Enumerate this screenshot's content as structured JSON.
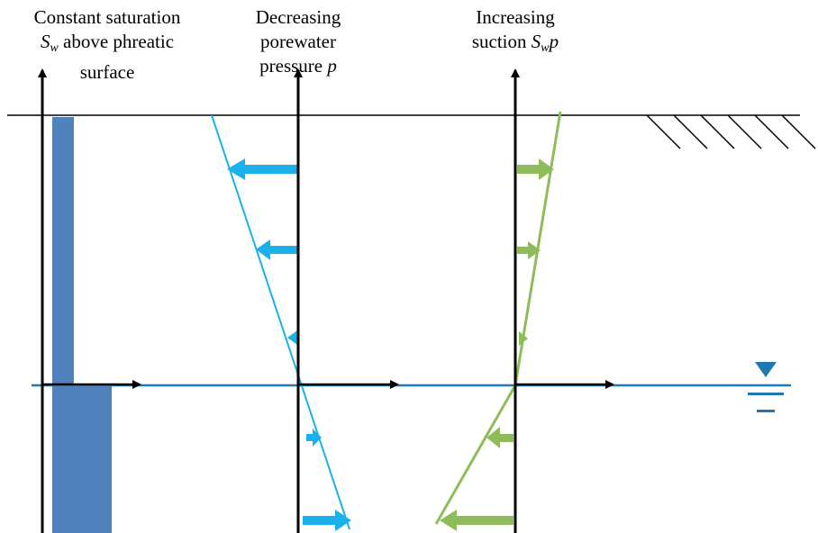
{
  "labels": {
    "saturation": {
      "line1": "Constant saturation",
      "line2_symbol": "S",
      "line2_sub": "w",
      "line2_rest": " above phreatic",
      "line3": "surface"
    },
    "pressure": {
      "line1": "Decreasing",
      "line2": "porewater",
      "line3_text": "pressure ",
      "line3_symbol": "p"
    },
    "suction": {
      "line1": "Increasing",
      "line2_text": "suction ",
      "line2_symbol": "S",
      "line2_sub": "w",
      "line2_symbol2": "p"
    }
  },
  "colors": {
    "axis": "#000000",
    "ground": "#000000",
    "water_table": "#1f77b4",
    "saturation_fill": "#4f81bd",
    "pressure": "#1ab0ea",
    "suction": "#8fbc5a"
  },
  "icons": {
    "water_table_symbol": "inverted-triangle-water-table-icon",
    "ground_hatch": "ground-surface-hatch-icon"
  }
}
